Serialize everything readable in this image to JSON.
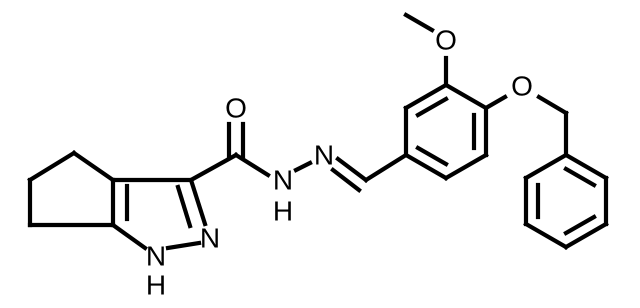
{
  "atoms": {
    "carbonyl_oxygen": "O",
    "methoxy_oxygen": "O",
    "benzyloxy_oxygen": "O",
    "amide_nh_n": "N",
    "amide_nh_h": "H",
    "imine_n": "N",
    "pyrazole_n2": "N",
    "pyrazole_nh_n": "N",
    "pyrazole_nh_h": "H"
  },
  "colors": {
    "ink": "#000000",
    "background": "#ffffff"
  }
}
